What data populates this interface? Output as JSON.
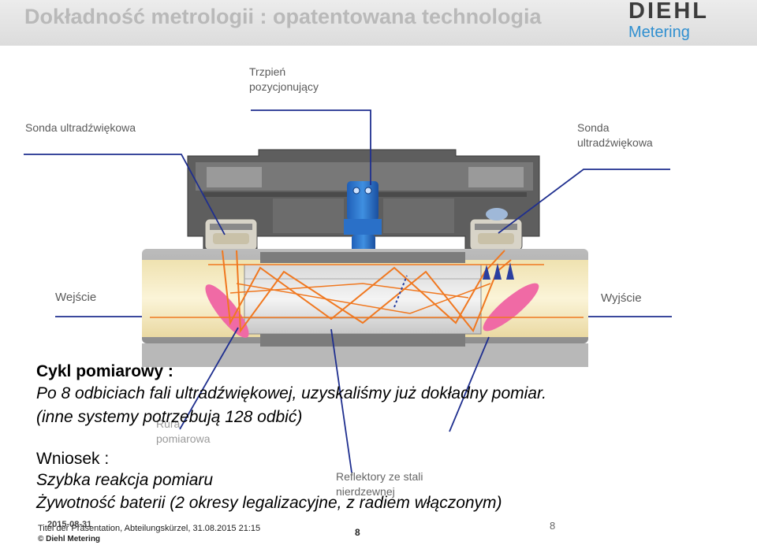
{
  "header": {
    "title": "Dokładność metrologii : opatentowana technologia",
    "logo_text": "DIEHL",
    "logo_subtext": "Metering"
  },
  "labels": {
    "pin": [
      "Trzpień",
      "pozycjonujący"
    ],
    "probe_left": "Sonda ultradźwiękowa",
    "probe_right": [
      "Sonda",
      "ultradźwiękowa"
    ],
    "inlet": "Wejście",
    "outlet": "Wyjście",
    "tube": [
      "Rura",
      "pomiarowa"
    ],
    "reflectors": [
      "Reflektory ze stali",
      "nierdzewnej"
    ]
  },
  "content": {
    "cycle_heading": "Cykl pomiarowy :",
    "cycle_line1": "Po 8 odbiciach fali ultradźwiękowej, uzyskaliśmy już dokładny pomiar.",
    "cycle_line2": "(inne systemy potrzebują 128 odbić)",
    "conclusion_heading": "Wniosek :",
    "conclusion_line1": "Szybka reakcja pomiaru",
    "conclusion_line2": "Żywotność baterii (2 okresy legalizacyjne, z radiem włączonym)"
  },
  "footer": {
    "date": "2015-08-31",
    "presentation": "Titel der Präsentation, Abteilungskürzel, 31.08.2015 21:15",
    "copyright": "© Diehl Metering",
    "page_center": "8",
    "page_right": "8"
  },
  "colors": {
    "title": "#b9b9b9",
    "brand_blue": "#2f8fd0",
    "pointer_blue": "#1f2f8f",
    "ultrasound_path": "#f07820",
    "reflector_pink": "#f06aa5",
    "tube_cream": "#f2e6b8"
  }
}
